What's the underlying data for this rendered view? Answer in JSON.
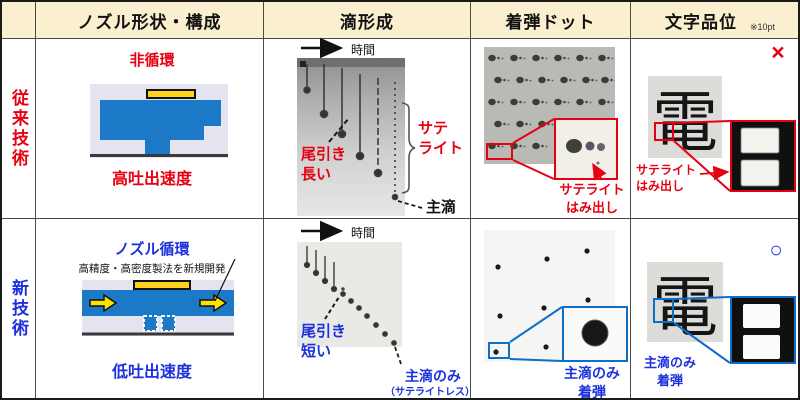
{
  "header": {
    "columns": [
      {
        "label": "ノズル形状・構成"
      },
      {
        "label": "滴形成"
      },
      {
        "label": "着弾ドット"
      },
      {
        "label": "文字品位"
      }
    ],
    "note": "※10pt"
  },
  "conventional": {
    "row_label": "従来技術",
    "nozzle": {
      "title": "非循環",
      "caption": "高吐出速度"
    },
    "droplet": {
      "time_label": "時間",
      "tail_lines": [
        "尾引き",
        "長い"
      ],
      "satellite_lines": [
        "サテ",
        "ライト"
      ],
      "main_drop": "主滴"
    },
    "dots": {
      "callout_lines": [
        "サテライト",
        "はみ出し"
      ]
    },
    "quality": {
      "mark": "×",
      "glyph": "電",
      "callout_lines": [
        "サテライト",
        "はみ出し"
      ]
    }
  },
  "new": {
    "row_label": "新技術",
    "nozzle": {
      "title": "ノズル循環",
      "note": "高精度・高密度製法を新規開発",
      "caption": "低吐出速度"
    },
    "droplet": {
      "time_label": "時間",
      "tail_lines": [
        "尾引き",
        "短い"
      ],
      "main_drop": "主滴のみ",
      "main_drop_sub": "（サテライトレス）"
    },
    "dots": {
      "callout_lines": [
        "主滴のみ",
        "着弾"
      ]
    },
    "quality": {
      "mark": "○",
      "glyph": "電",
      "callout_lines": [
        "主滴のみ",
        "着弾"
      ]
    }
  },
  "colors": {
    "accent_red": "#E60012",
    "accent_blue": "#1C30DF",
    "photo_annotation_blue": "#0E6EC8",
    "header_bg": "#FAF0D0",
    "diagram_blue": "#1B79C8",
    "diagram_yellow": "#FFD21E"
  }
}
